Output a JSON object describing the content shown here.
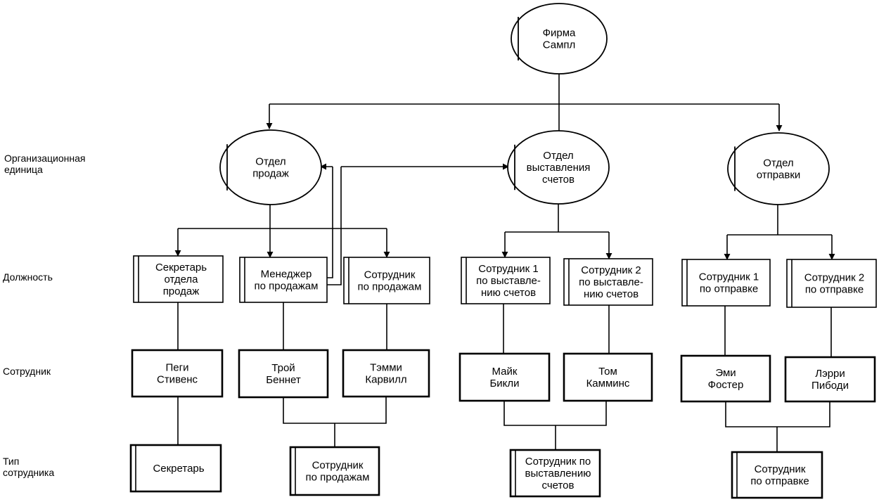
{
  "row_labels": {
    "org_unit": [
      "Организационная",
      "единица"
    ],
    "position": [
      "Должность"
    ],
    "employee": [
      "Сотрудник"
    ],
    "employee_type": [
      "Тип",
      "сотрудника"
    ]
  },
  "company": [
    "Фирма",
    "Сампл"
  ],
  "departments": {
    "sales": [
      "Отдел",
      "продаж"
    ],
    "billing": [
      "Отдел",
      "выставления",
      "счетов"
    ],
    "shipping": [
      "Отдел",
      "отправки"
    ]
  },
  "positions": {
    "sales_secretary": [
      "Секретарь",
      "отдела",
      "продаж"
    ],
    "sales_manager": [
      "Менеджер",
      "по продажам"
    ],
    "sales_associate": [
      "Сотрудник",
      "по продажам"
    ],
    "billing_clerk_1": [
      "Сотрудник 1",
      "по выставле-",
      "нию счетов"
    ],
    "billing_clerk_2": [
      "Сотрудник 2",
      "по выставле-",
      "нию счетов"
    ],
    "shipping_clerk_1": [
      "Сотрудник 1",
      "по отправке"
    ],
    "shipping_clerk_2": [
      "Сотрудник 2",
      "по отправке"
    ]
  },
  "employees": {
    "peggy": [
      "Пеги",
      "Стивенс"
    ],
    "troy": [
      "Трой",
      "Беннет"
    ],
    "tammy": [
      "Тэмми",
      "Карвилл"
    ],
    "mike": [
      "Майк",
      "Бикли"
    ],
    "tom": [
      "Том",
      "Камминс"
    ],
    "amy": [
      "Эми",
      "Фостер"
    ],
    "larry": [
      "Лэрри",
      "Пибоди"
    ]
  },
  "employee_types": {
    "secretary": [
      "Секретарь"
    ],
    "sales_staff": [
      "Сотрудник",
      "по продажам"
    ],
    "billing_staff": [
      "Сотрудник по",
      "выставлению",
      "счетов"
    ],
    "shipping_staff": [
      "Сотрудник",
      "по отправке"
    ]
  }
}
